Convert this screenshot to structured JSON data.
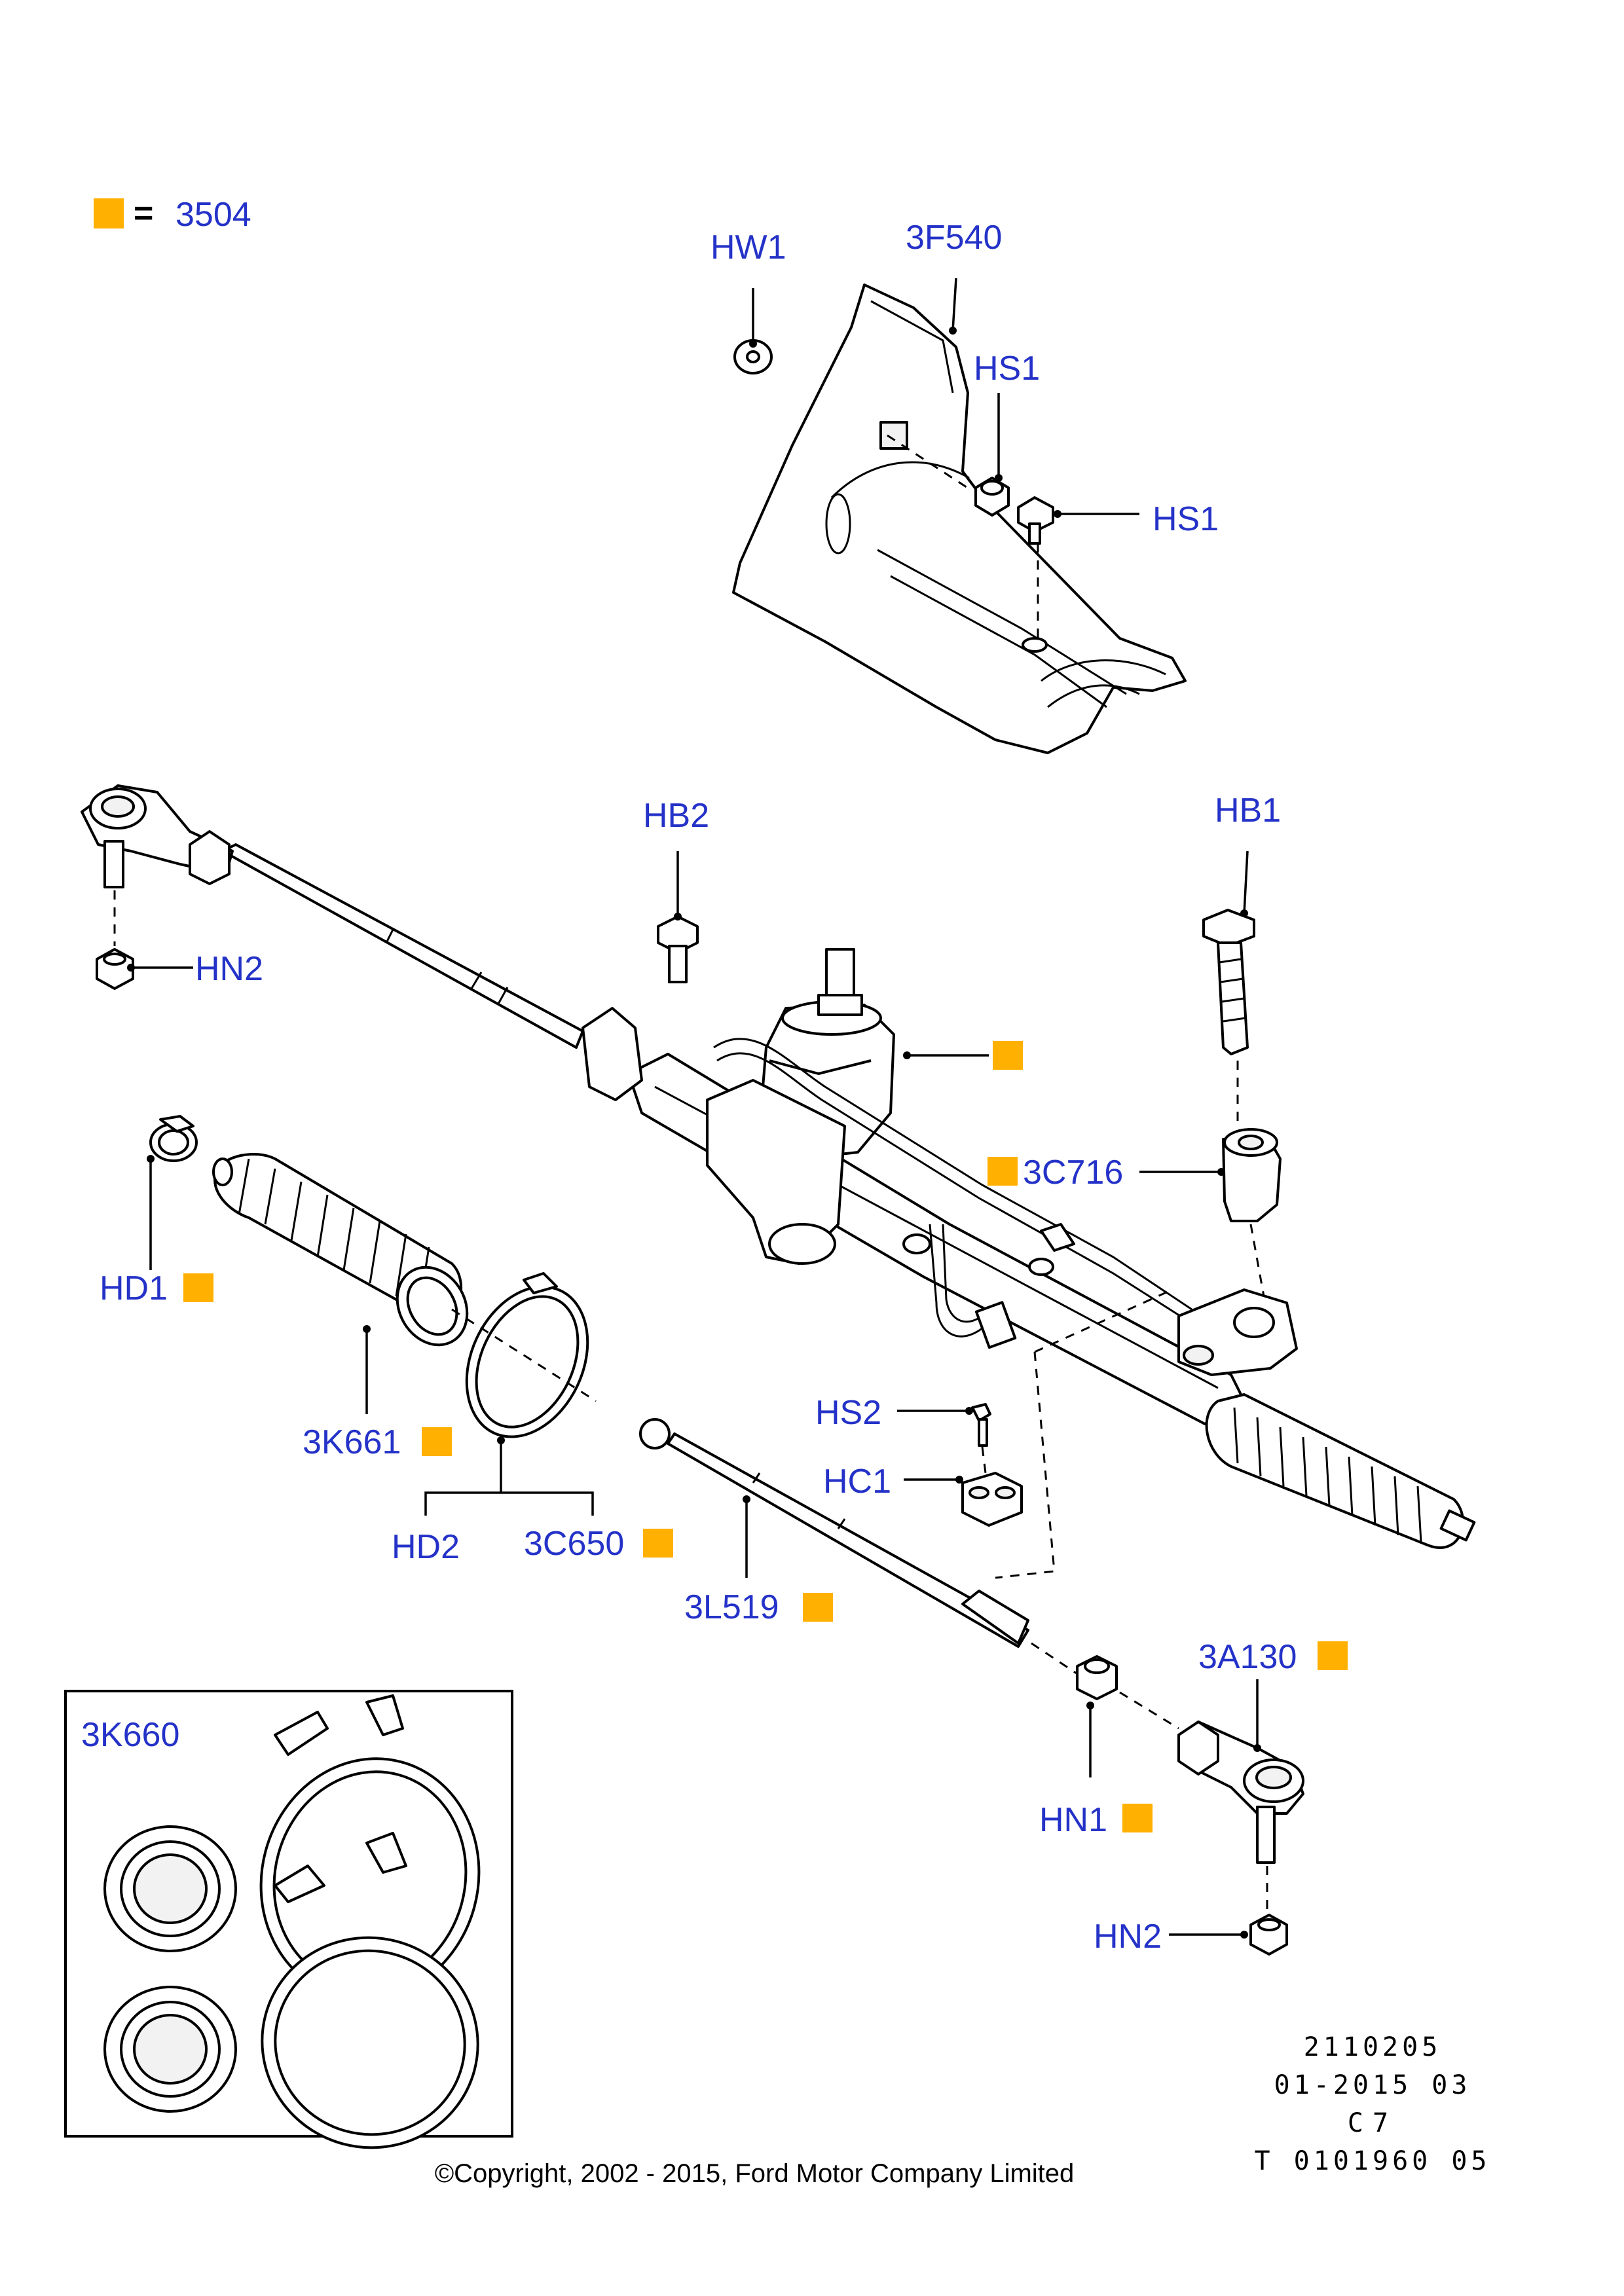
{
  "legend": {
    "equals_symbol": "=",
    "code": "3504",
    "marker_color": "#ffb000"
  },
  "label_color": "#2432c8",
  "callouts": {
    "hw1": "HW1",
    "f540": "3F540",
    "hs1_a": "HS1",
    "hs1_b": "HS1",
    "hb2": "HB2",
    "hb1": "HB1",
    "hn2_a": "HN2",
    "c716": "3C716",
    "hd1": "HD1",
    "k661": "3K661",
    "hs2": "HS2",
    "hc1": "HC1",
    "hd2": "HD2",
    "c650": "3C650",
    "l519": "3L519",
    "a130": "3A130",
    "hn1": "HN1",
    "hn2_b": "HN2",
    "k660": "3K660"
  },
  "reference": {
    "line1": "2110205",
    "line2": "01-2015 03",
    "line3": "C7",
    "line4": "T 0101960 05"
  },
  "copyright": "©Copyright, 2002 - 2015, Ford Motor Company Limited"
}
